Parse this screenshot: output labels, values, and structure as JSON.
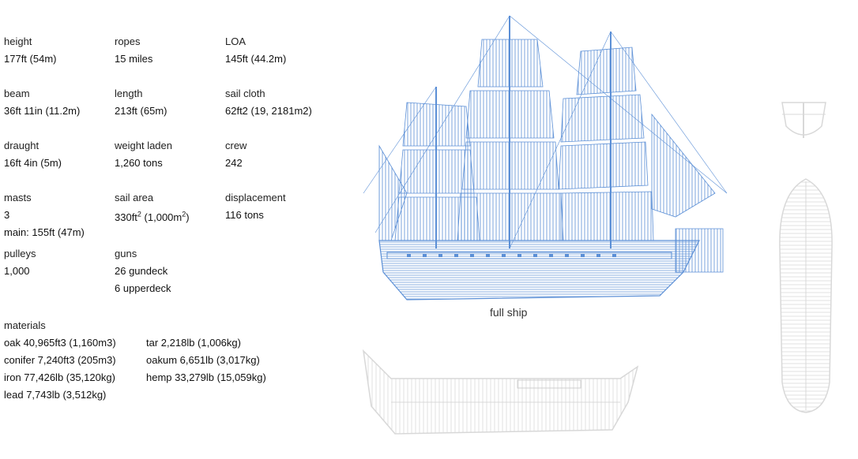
{
  "specs": {
    "height": {
      "label": "height",
      "value": "177ft (54m)"
    },
    "ropes": {
      "label": "ropes",
      "value": "15 miles"
    },
    "loa": {
      "label": "LOA",
      "value": "145ft (44.2m)"
    },
    "beam": {
      "label": "beam",
      "value": "36ft 11in (11.2m)"
    },
    "length": {
      "label": "length",
      "value": "213ft (65m)"
    },
    "sail_cloth": {
      "label": "sail cloth",
      "value": "62ft2 (19, 2181m2)"
    },
    "draught": {
      "label": "draught",
      "value": "16ft 4in (5m)"
    },
    "weight_laden": {
      "label": "weight laden",
      "value": "1,260 tons"
    },
    "crew": {
      "label": "crew",
      "value": "242"
    },
    "masts": {
      "label": "masts",
      "value": "3",
      "value2": "main: 155ft (47m)"
    },
    "sail_area": {
      "label": "sail area",
      "value_a": "330ft",
      "value_sup1": "2",
      "value_b": " (1,000m",
      "value_sup2": "2",
      "value_c": ")"
    },
    "displacement": {
      "label": "displacement",
      "value": "116 tons"
    },
    "pulleys": {
      "label": "pulleys",
      "value": "1,000"
    },
    "guns": {
      "label": "guns",
      "value": "26 gundeck",
      "value2": "6 upperdeck"
    }
  },
  "materials": {
    "label": "materials",
    "col1": [
      "oak 40,965ft3 (1,160m3)",
      "conifer 7,240ft3 (205m3)",
      "iron 77,426lb (35,120kg)",
      "lead 7,743lb (3,512kg)"
    ],
    "col2": [
      "tar 2,218lb (1,006kg)",
      "oakum 6,651lb (3,017kg)",
      "hemp 33,279lb (15,059kg)"
    ]
  },
  "caption": "full ship",
  "colors": {
    "ship_blue": "#5b8fd6",
    "ghost_gray": "#d8d8d8"
  }
}
